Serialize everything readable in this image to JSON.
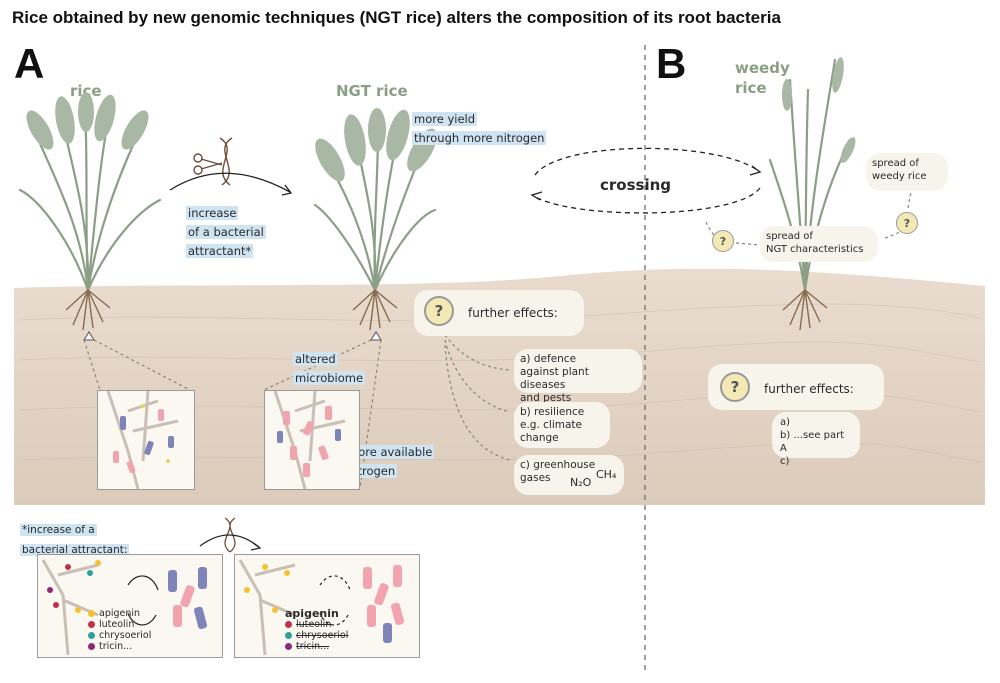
{
  "title": "Rice obtained by new genomic techniques (NGT rice) alters the composition of its root bacteria",
  "part_a": {
    "letter": "A",
    "rice_label": "rice",
    "ngt_label": "NGT rice",
    "more_yield_1": "more yield",
    "more_yield_2": "through more nitrogen",
    "attractant_1": "increase",
    "attractant_2": "of a bacterial",
    "attractant_3": "attractant*",
    "crossing_label": "crossing",
    "further_effects": "further effects:",
    "altered_1": "altered",
    "altered_2": "microbiome",
    "nitrogen_1": "more available",
    "nitrogen_2": "nitrogen",
    "effect_a_1": "a) defence",
    "effect_a_2": "against plant diseases",
    "effect_a_3": "and pests",
    "effect_b_1": "b) resilience",
    "effect_b_2": "e.g. climate",
    "effect_b_3": "change",
    "effect_c_1": "c) greenhouse",
    "effect_c_2": "gases",
    "n2o": "N₂O",
    "ch4": "CH₄",
    "footnote_1": "*increase of a",
    "footnote_2": "bacterial attractant:",
    "legend_left": [
      "apigenin",
      "luteolin",
      "chrysoeriol",
      "tricin..."
    ],
    "legend_right": [
      "apigenin",
      "luteolin",
      "chrysoeriol",
      "tricin..."
    ]
  },
  "part_b": {
    "letter": "B",
    "weedy_1": "weedy",
    "weedy_2": "rice",
    "spread_weedy_1": "spread of",
    "spread_weedy_2": "weedy rice",
    "spread_ngt_1": "spread of",
    "spread_ngt_2": "NGT characteristics",
    "further_effects": "further effects:",
    "list_a": "a)",
    "list_b": "b)",
    "list_b_note": "...see part A",
    "list_c": "c)"
  },
  "question_mark": "?",
  "colors": {
    "soil": "#e7d9cb",
    "plant_green": "#8b9e86",
    "highlight": "#cfe3f1",
    "question_fill": "#f3e9b5",
    "apigenin": "#f2c230",
    "luteolin": "#c0304a",
    "chrysoeriol": "#2aa3a0",
    "tricin": "#8a2a78",
    "bacteria_pink": "#f1a4ad",
    "bacteria_blue": "#7f84b8"
  }
}
